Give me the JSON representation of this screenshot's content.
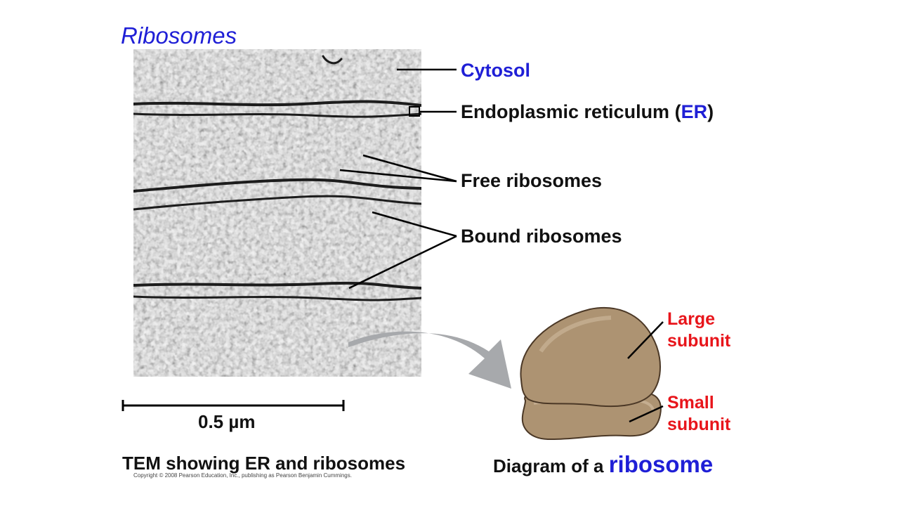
{
  "title": "Ribosomes",
  "labels": {
    "cytosol": "Cytosol",
    "er_prefix": "Endoplasmic reticulum (",
    "er_abbrev": "ER",
    "er_suffix": ")",
    "free_ribosomes": "Free ribosomes",
    "bound_ribosomes": "Bound ribosomes",
    "large_subunit": [
      "Large",
      "subunit"
    ],
    "small_subunit": [
      "Small",
      "subunit"
    ]
  },
  "scale_bar": {
    "label": "0.5 µm"
  },
  "captions": {
    "tem": "TEM showing ER and ribosomes",
    "diagram_prefix": "Diagram of a ",
    "diagram_word": "ribosome"
  },
  "copyright": "Copyright © 2008 Pearson Education, Inc., publishing as Pearson Benjamin Cummings.",
  "colors": {
    "accent_blue": "#1f1fd6",
    "accent_red": "#e8151b",
    "ribosome_tan": "#ad9372",
    "arrow_gray": "#a7a9ac"
  }
}
